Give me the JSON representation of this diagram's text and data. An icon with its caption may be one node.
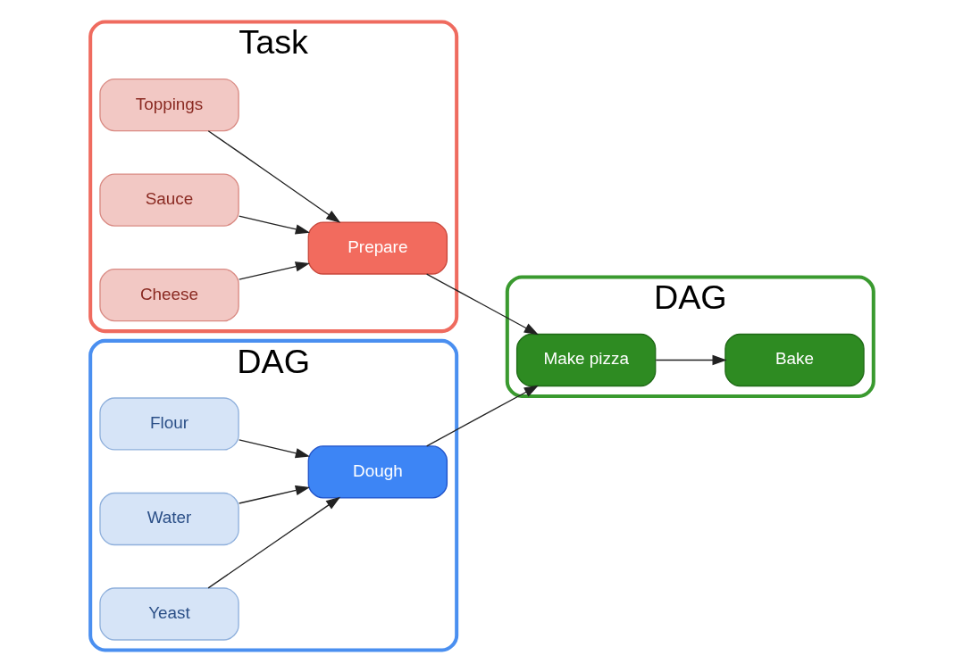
{
  "diagram": {
    "nodes": [
      {
        "text": [
          "Task"
        ]
      },
      {
        "text": [
          "Toppings"
        ],
        "in": 0
      },
      {
        "text": [
          "Sauce"
        ],
        "in": 0
      },
      {
        "text": [
          "Prepare"
        ],
        "in": 0
      },
      {
        "text": [
          "Cheese"
        ],
        "in": 0
      },
      {
        "text": [
          "DAG"
        ]
      },
      {
        "text": [
          "Make pizza"
        ],
        "in": 5
      },
      {
        "text": [
          "Bake"
        ],
        "in": 5
      },
      {
        "text": [
          "DAG"
        ]
      },
      {
        "text": [
          "Flour"
        ],
        "in": 8
      },
      {
        "text": [
          "Dough"
        ],
        "in": 8
      },
      {
        "text": [
          "Water"
        ],
        "in": 8
      },
      {
        "text": [
          "Yeast"
        ],
        "in": 8
      }
    ],
    "edges": [
      {
        "from": 2,
        "to": 3,
        "arrow": "to"
      },
      {
        "from": 1,
        "to": 3,
        "arrow": "to"
      },
      {
        "from": 4,
        "to": 3,
        "arrow": "to"
      },
      {
        "from": 3,
        "to": 6,
        "arrow": "to"
      },
      {
        "from": 10,
        "to": 6,
        "arrow": "to"
      },
      {
        "from": 6,
        "to": 7,
        "arrow": "to"
      },
      {
        "from": 9,
        "to": 10,
        "arrow": "to"
      },
      {
        "from": 11,
        "to": 10,
        "arrow": "to"
      },
      {
        "from": 12,
        "to": 10,
        "arrow": "to"
      }
    ]
  }
}
